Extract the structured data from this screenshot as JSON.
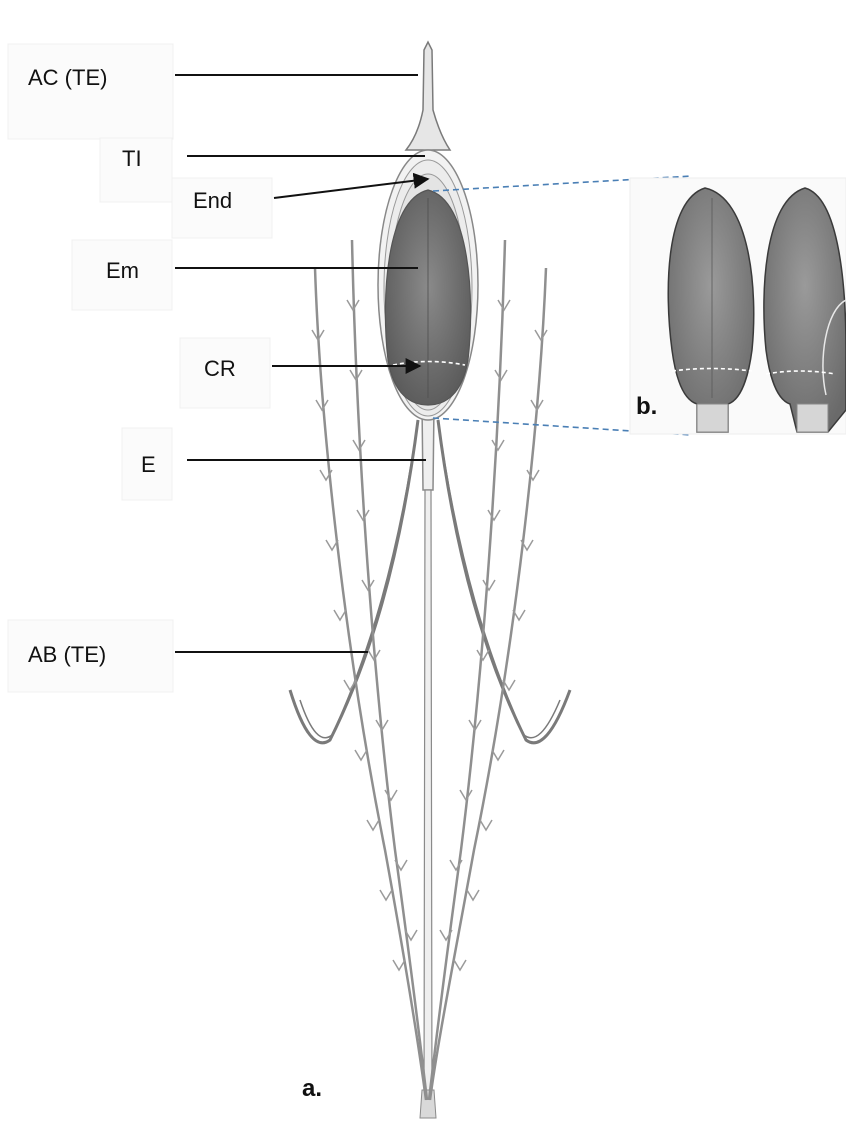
{
  "labels": {
    "ac": "AC (TE)",
    "ti": "TI",
    "end": "End",
    "em": "Em",
    "cr": "CR",
    "e": "E",
    "ab": "AB (TE)"
  },
  "panels": {
    "a": "a.",
    "b": "b."
  },
  "colors": {
    "ink": "#111111",
    "seed": "#6f6f6f",
    "outline": "#8a8a8a",
    "zoom_line": "#4a7fb5",
    "caryopsis_line": "#ffffff"
  }
}
